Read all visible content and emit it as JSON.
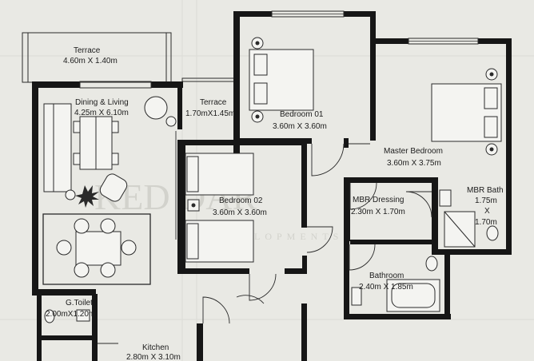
{
  "rooms": [
    {
      "id": "terrace-1",
      "name": "Terrace",
      "size": "4.60m X 1.40m"
    },
    {
      "id": "dining-living",
      "name": "Dining & Living",
      "size": "4.25m X 6.10m"
    },
    {
      "id": "terrace-2",
      "name": "Terrace",
      "size": "1.70mX1.45m"
    },
    {
      "id": "bedroom-01",
      "name": "Bedroom 01",
      "size": "3.60m X 3.60m"
    },
    {
      "id": "master-bedroom",
      "name": "Master Bedroom",
      "size": "3.60m X 3.75m"
    },
    {
      "id": "bedroom-02",
      "name": "Bedroom 02",
      "size": "3.60m X 3.60m"
    },
    {
      "id": "mbr-dressing",
      "name": "MBR Dressing",
      "size": "2.30m X 1.70m"
    },
    {
      "id": "mbr-bath",
      "name": "MBR Bath",
      "size_a": "1.75m",
      "size_x": "X",
      "size_b": "1.70m"
    },
    {
      "id": "bathroom",
      "name": "Bathroom",
      "size": "2.40m X 1.85m"
    },
    {
      "id": "g-toilet",
      "name": "G.Toilet",
      "size": "2.00mX1.20m"
    },
    {
      "id": "kitchen",
      "name": "Kitchen",
      "size": "2.80m X 3.10m"
    }
  ],
  "watermark": {
    "line1": "KED DAR",
    "line2": "DEVELOPMENTS"
  },
  "colors": {
    "paper": "#e9e9e4",
    "wall": "#161616",
    "furniture": "#f4f4f1",
    "line": "#2a2a2a"
  }
}
